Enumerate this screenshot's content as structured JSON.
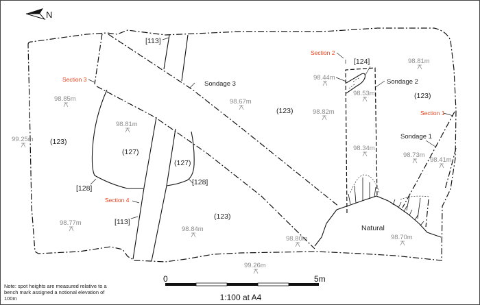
{
  "north_label": "N",
  "contexts": {
    "c123_a": "(123)",
    "c123_b": "(123)",
    "c123_c": "(123)",
    "c123_d": "(123)",
    "c127_a": "(127)",
    "c127_b": "(127)",
    "c113_a": "[113]",
    "c113_b": "[113]",
    "c128_a": "[128]",
    "c128_b": "[128]",
    "c124": "[124]",
    "natural": "Natural"
  },
  "sondages": {
    "s1": "Sondage 1",
    "s2": "Sondage 2",
    "s3": "Sondage 3"
  },
  "sections": {
    "s1": "Section 1",
    "s2": "Section 2",
    "s3": "Section 3",
    "s4": "Section 4"
  },
  "spot_heights": [
    "98.85m",
    "98.81m",
    "99.25m",
    "98.67m",
    "98.44m",
    "98.53m",
    "98.82m",
    "98.81m",
    "98.34m",
    "98.73m",
    "98.41m",
    "98.77m",
    "98.84m",
    "98.80m",
    "98.70m",
    "99.26m"
  ],
  "scale": {
    "start": "0",
    "end": "5m",
    "ratio": "1:100 at A4"
  },
  "note": "Note: spot heights are measured relative to a bench mark assigned a notional elevation of 100m",
  "colors": {
    "section": "#e8401c",
    "spot": "#8a8a8a",
    "line": "#111111"
  }
}
